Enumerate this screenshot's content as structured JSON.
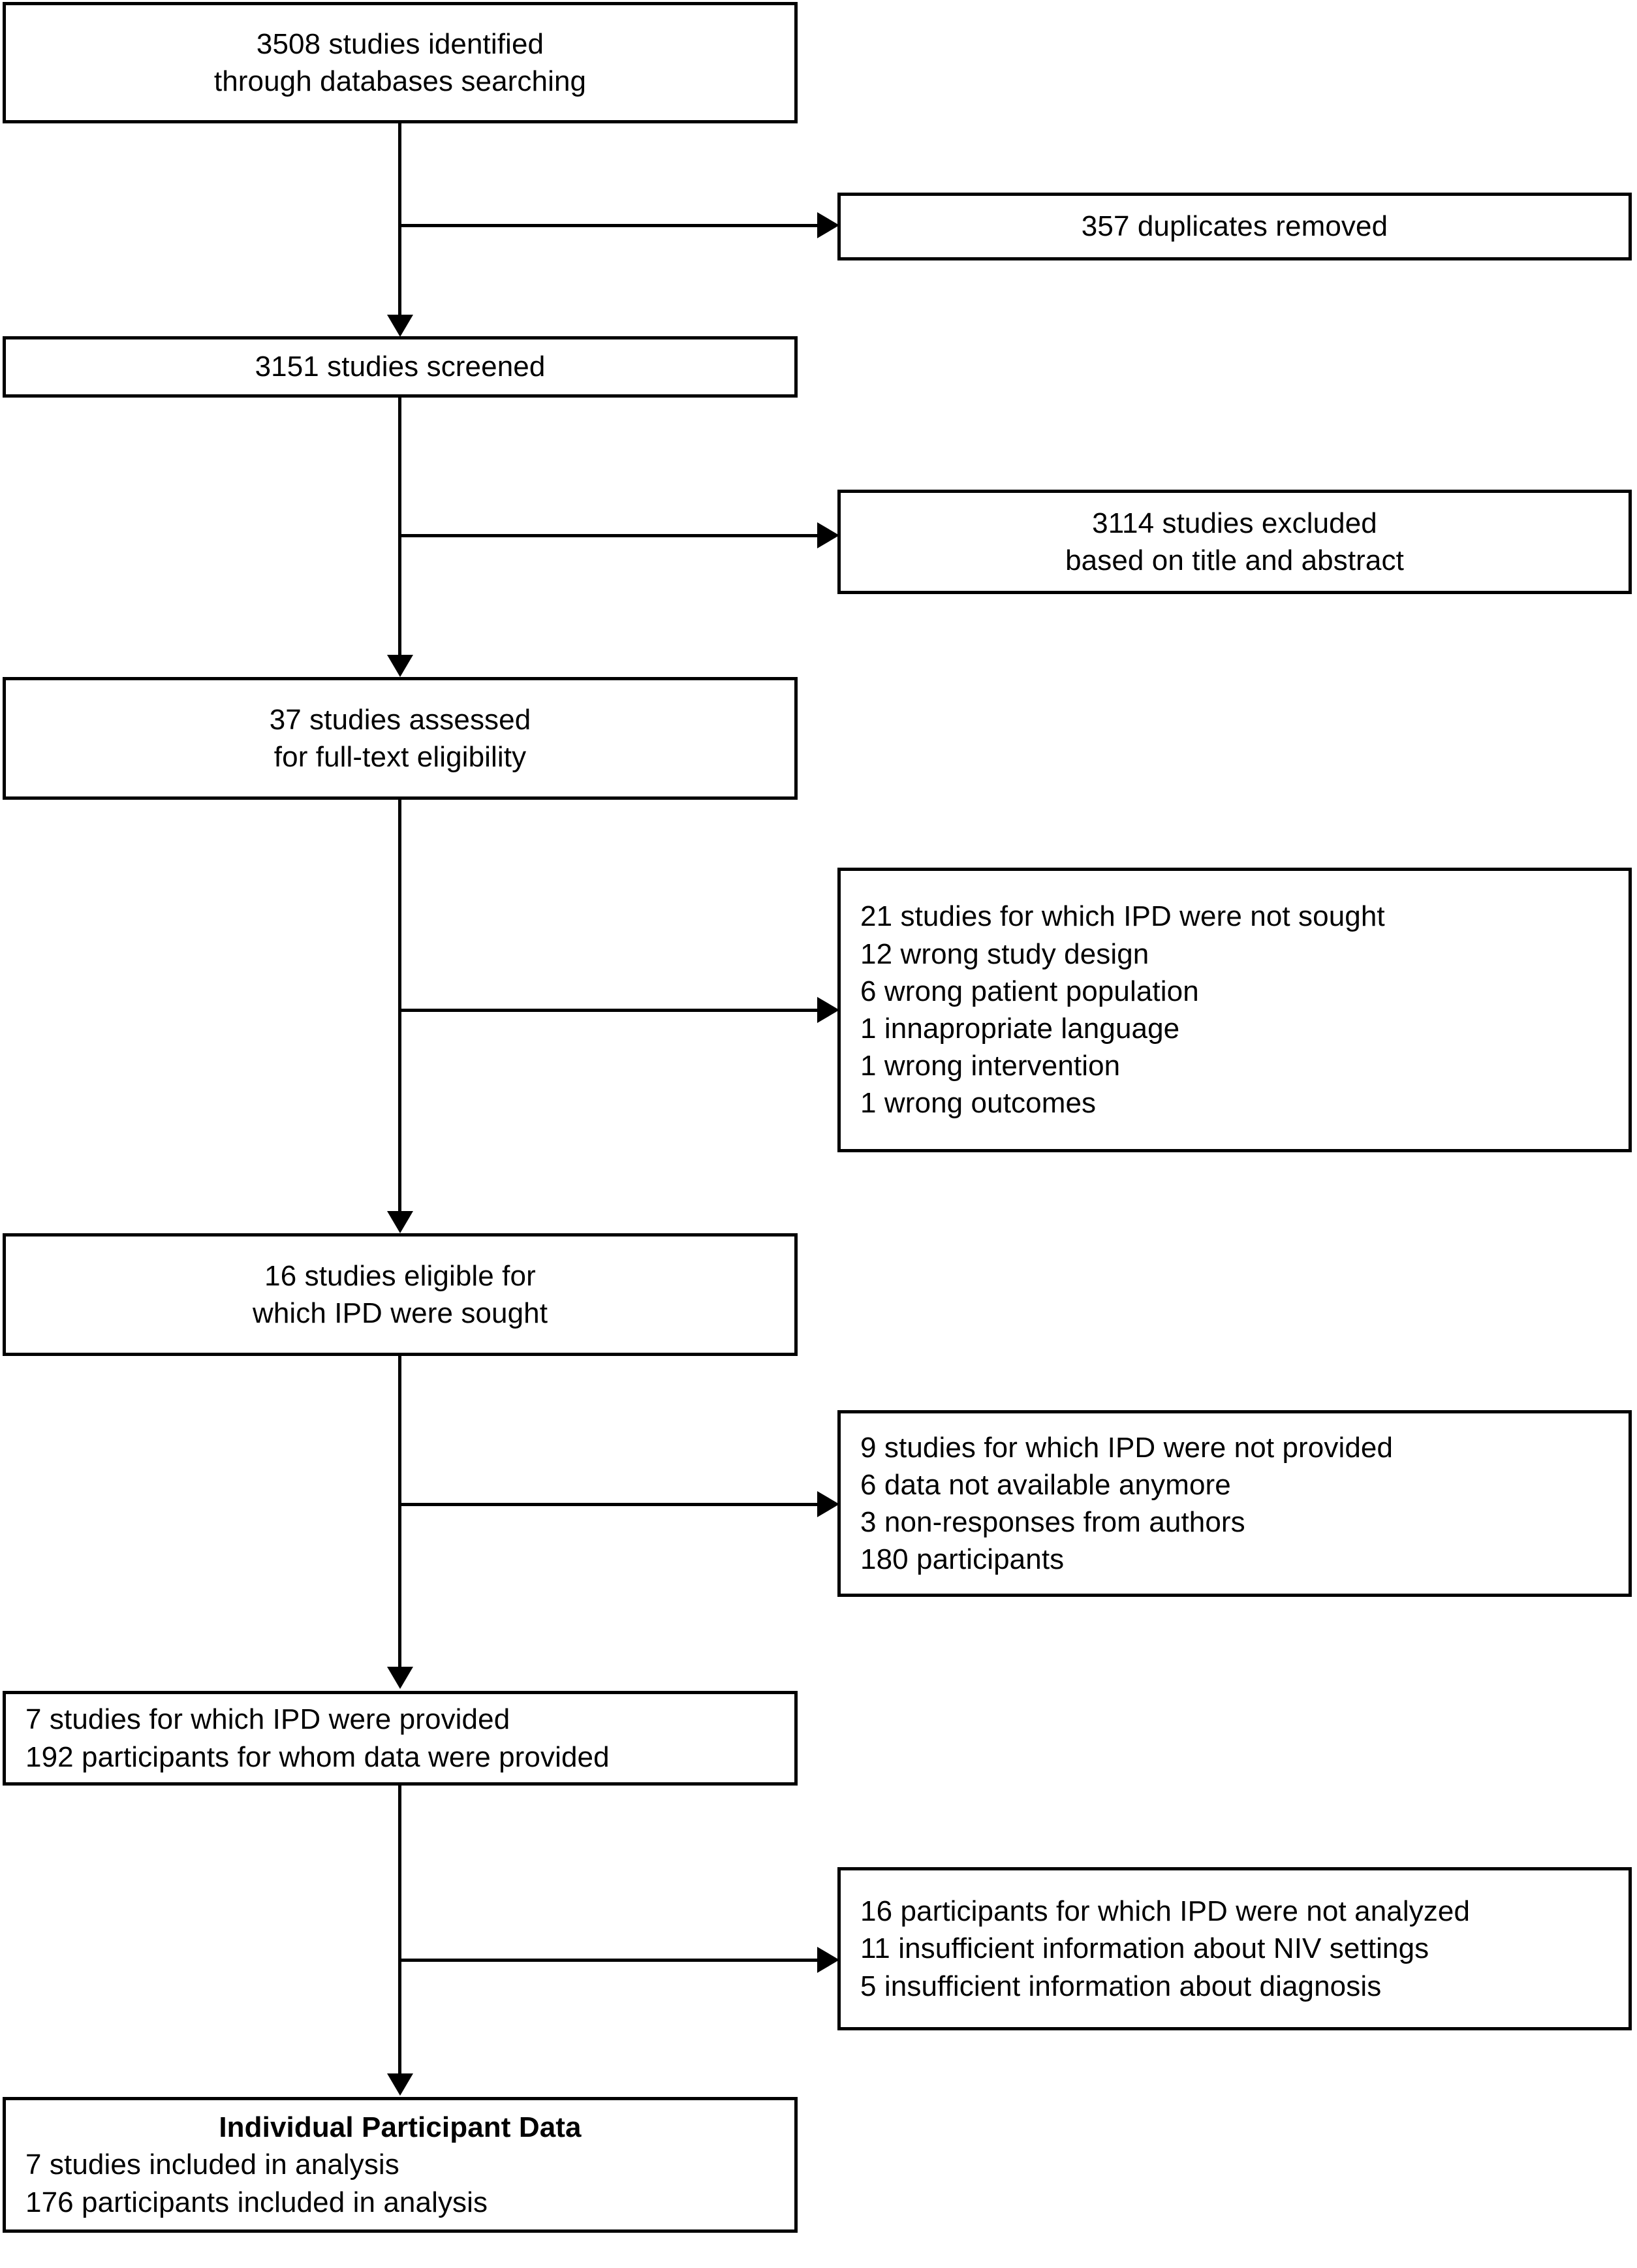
{
  "diagram": {
    "title": "PRISMA-IPD study selection flow diagram",
    "colors": {
      "stroke": "#000000",
      "background": "#ffffff",
      "text": "#000000"
    },
    "main_boxes": [
      {
        "id": "identified",
        "align": "center",
        "lines": [
          {
            "text": "3508 studies identified",
            "indent": false,
            "bold": false
          },
          {
            "text": "through databases searching",
            "indent": false,
            "bold": false
          }
        ]
      },
      {
        "id": "screened",
        "align": "center",
        "lines": [
          {
            "text": "3151 studies screened",
            "indent": false,
            "bold": false
          }
        ]
      },
      {
        "id": "assessed",
        "align": "center",
        "lines": [
          {
            "text": "37 studies assessed",
            "indent": false,
            "bold": false
          },
          {
            "text": "for full-text eligibility",
            "indent": false,
            "bold": false
          }
        ]
      },
      {
        "id": "eligible-ipd-sought",
        "align": "center",
        "lines": [
          {
            "text": "16 studies eligible for",
            "indent": false,
            "bold": false
          },
          {
            "text": "which IPD were sought",
            "indent": false,
            "bold": false
          }
        ]
      },
      {
        "id": "ipd-provided",
        "align": "left",
        "lines": [
          {
            "text": "7 studies for which IPD were provided",
            "indent": false,
            "bold": false
          },
          {
            "text": "192 participants for whom data were provided",
            "indent": false,
            "bold": false
          }
        ]
      },
      {
        "id": "included-analysis",
        "align": "left",
        "lines": [
          {
            "text": "Individual Participant Data",
            "indent": false,
            "bold": true
          },
          {
            "text": "7 studies included in analysis",
            "indent": false,
            "bold": false
          },
          {
            "text": "176 participants included in analysis",
            "indent": false,
            "bold": false
          }
        ]
      }
    ],
    "side_boxes": [
      {
        "id": "duplicates-removed",
        "align": "center",
        "lines": [
          {
            "text": "357 duplicates removed",
            "indent": false,
            "bold": false
          }
        ]
      },
      {
        "id": "excluded-title-abstract",
        "align": "center",
        "lines": [
          {
            "text": "3114 studies excluded",
            "indent": false,
            "bold": false
          },
          {
            "text": "based on title and abstract",
            "indent": false,
            "bold": false
          }
        ]
      },
      {
        "id": "ipd-not-sought",
        "align": "left",
        "lines": [
          {
            "text": "21 studies for which IPD were not sought",
            "indent": false,
            "bold": false
          },
          {
            "text": "12 wrong study design",
            "indent": true,
            "bold": false
          },
          {
            "text": "6 wrong patient population",
            "indent": true,
            "bold": false
          },
          {
            "text": "1 innapropriate language",
            "indent": true,
            "bold": false
          },
          {
            "text": "1 wrong intervention",
            "indent": true,
            "bold": false
          },
          {
            "text": "1 wrong outcomes",
            "indent": true,
            "bold": false
          }
        ]
      },
      {
        "id": "ipd-not-provided",
        "align": "left",
        "lines": [
          {
            "text": "9 studies for which IPD were not provided",
            "indent": false,
            "bold": false
          },
          {
            "text": "6 data not available anymore",
            "indent": true,
            "bold": false
          },
          {
            "text": "3 non-responses from authors",
            "indent": true,
            "bold": false
          },
          {
            "text": "180 participants",
            "indent": false,
            "bold": false
          }
        ]
      },
      {
        "id": "ipd-not-analyzed",
        "align": "left",
        "lines": [
          {
            "text": "16 participants for which IPD were not analyzed",
            "indent": false,
            "bold": false
          },
          {
            "text": "11 insufficient information about NIV settings",
            "indent": true,
            "bold": false
          },
          {
            "text": "5 insufficient information about diagnosis",
            "indent": true,
            "bold": false
          }
        ]
      }
    ]
  }
}
